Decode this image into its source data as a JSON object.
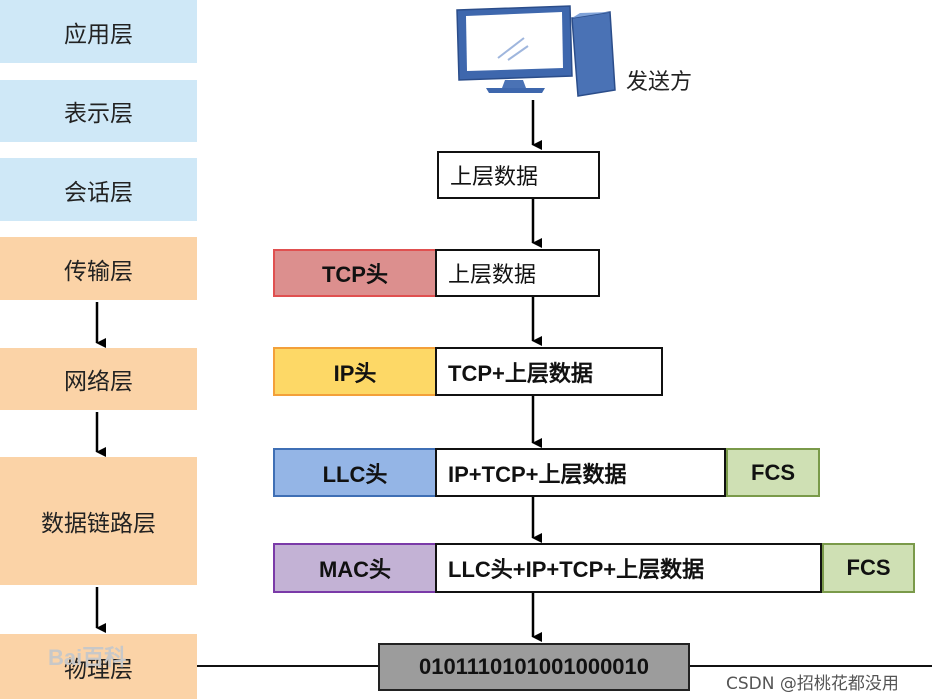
{
  "layers": {
    "application": "应用层",
    "presentation": "表示层",
    "session": "会话层",
    "transport": "传输层",
    "network": "网络层",
    "datalink": "数据链路层",
    "physical": "物理层"
  },
  "sender_label": "发送方",
  "rows": {
    "top": {
      "payload": "上层数据"
    },
    "tcp": {
      "header": "TCP头",
      "payload": "上层数据"
    },
    "ip": {
      "header": "IP头",
      "payload": "TCP+上层数据"
    },
    "llc": {
      "header": "LLC头",
      "payload": "IP+TCP+上层数据",
      "trailer": "FCS"
    },
    "mac": {
      "header": "MAC头",
      "payload": "LLC头+IP+TCP+上层数据",
      "trailer": "FCS"
    }
  },
  "bits": "0101110101001000010",
  "watermark": "Bai百科",
  "credit": "CSDN @招桃花都没用",
  "colors": {
    "upper_layer": "#cfe8f7",
    "lower_layer": "#fbd3a7",
    "tcp_header": "#dc8f8e",
    "ip_header": "#fdd866",
    "llc_header": "#94b5e6",
    "mac_header": "#c3b2d5",
    "fcs": "#cfe0b4",
    "bits_bar": "#9c9c9c"
  }
}
